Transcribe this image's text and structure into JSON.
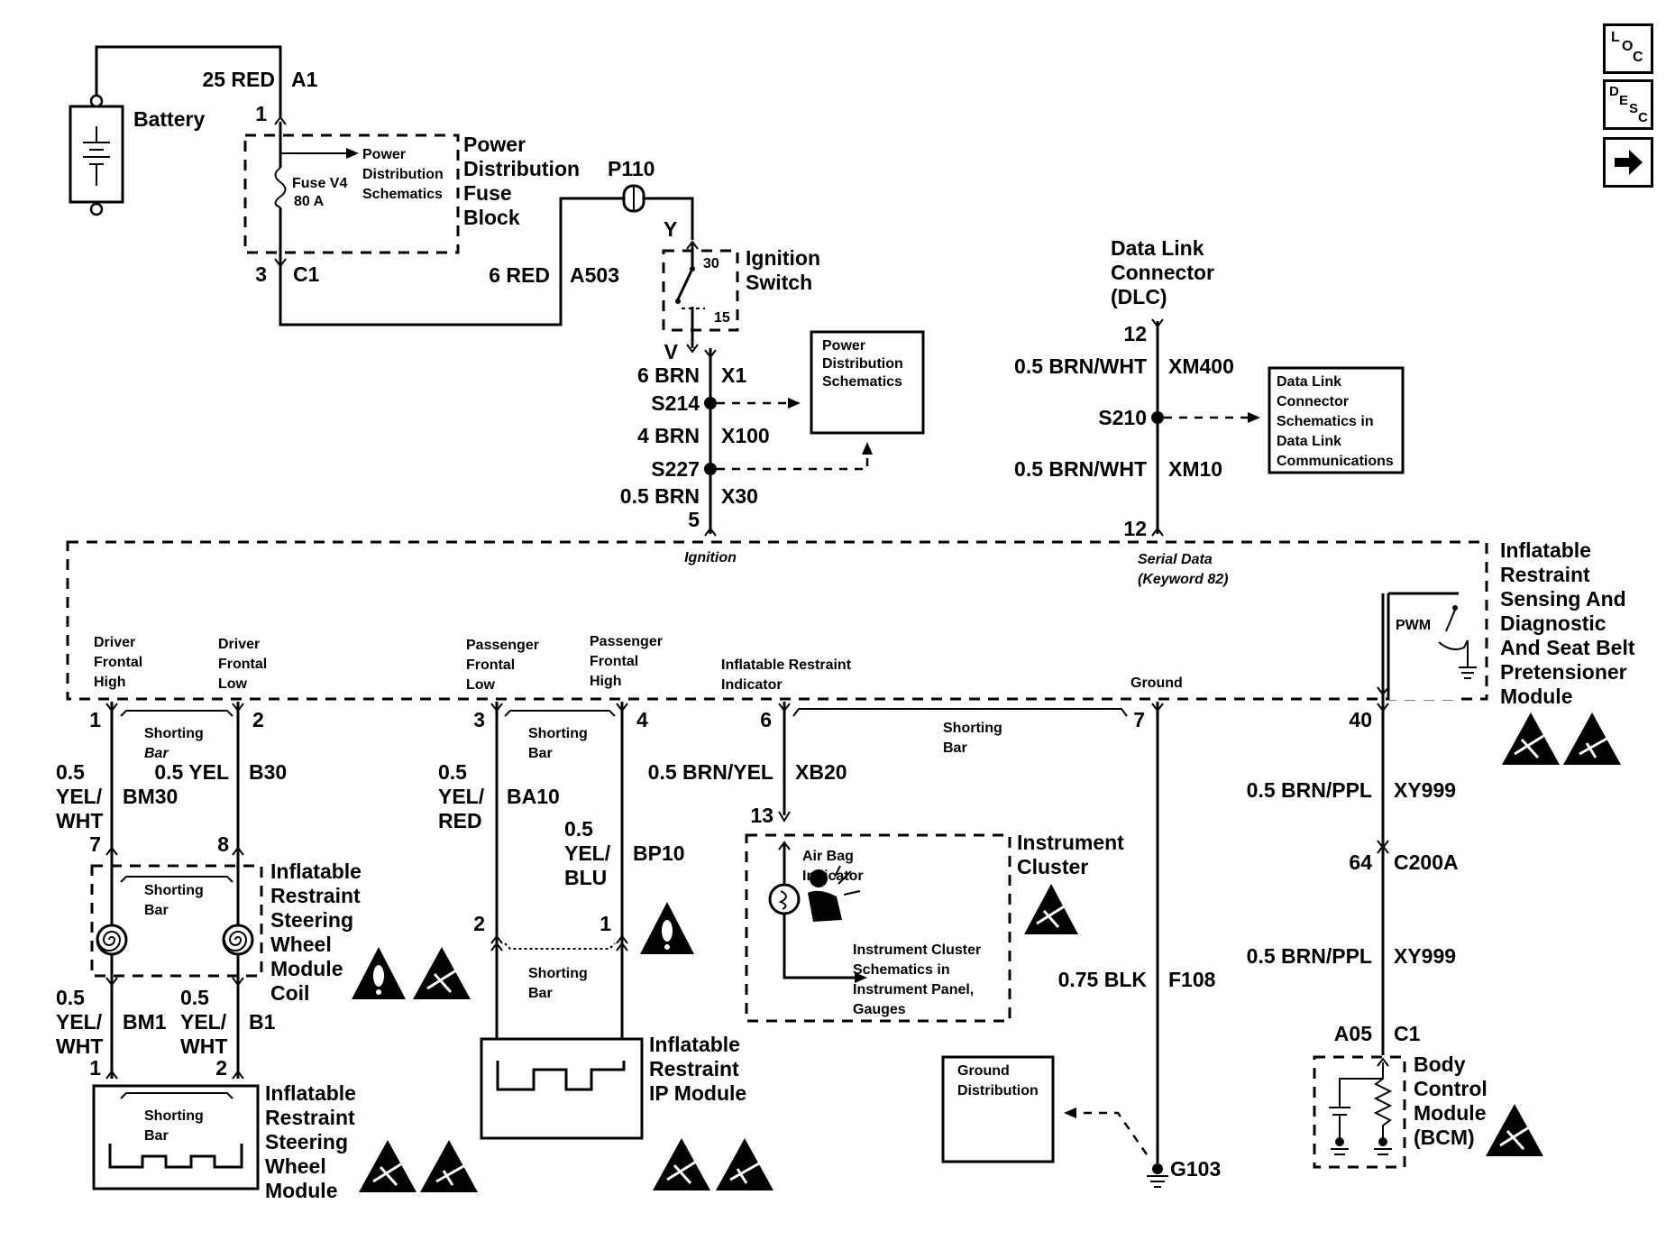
{
  "nav": {
    "loc": {
      "l1": "L",
      "l2": "O",
      "l3": "C"
    },
    "desc": {
      "l1": "D",
      "l2": "E",
      "l3": "S",
      "l4": "C"
    },
    "next_icon": "right-arrow-icon"
  },
  "battery": {
    "label": "Battery",
    "wire": "25 RED",
    "circuit": "A1",
    "pin_top": "1"
  },
  "fuse_block": {
    "title": [
      "Power",
      "Distribution",
      "Fuse",
      "Block"
    ],
    "fuse": [
      "Fuse V4",
      "80 A"
    ],
    "ref": [
      "Power",
      "Distribution",
      "Schematics"
    ],
    "pin_bottom": "3",
    "connector": "C1"
  },
  "a503": {
    "wire": "6 RED",
    "circuit": "A503",
    "splice": "P110"
  },
  "ignition_switch": {
    "title": [
      "Ignition",
      "Switch"
    ],
    "pin_in": "Y",
    "pin_out": "V",
    "t30": "30",
    "t15": "15"
  },
  "ignition_feed": {
    "w1": "6 BRN",
    "c1": "X1",
    "s1": "S214",
    "w2": "4 BRN",
    "c2": "X100",
    "s2": "S227",
    "w3": "0.5 BRN",
    "c3": "X30",
    "pin": "5",
    "ref": [
      "Power",
      "Distribution",
      "Schematics"
    ]
  },
  "dlc": {
    "title": [
      "Data Link",
      "Connector",
      "(DLC)"
    ],
    "pin": "12",
    "w1": "0.5 BRN/WHT",
    "c1": "XM400",
    "splice": "S210",
    "w2": "0.5 BRN/WHT",
    "c2": "XM10",
    "pin_module": "12",
    "ref": [
      "Data Link",
      "Connector",
      "Schematics in",
      "Data Link",
      "Communications"
    ]
  },
  "module": {
    "title": [
      "Inflatable",
      "Restraint",
      "Sensing And",
      "Diagnostic",
      "And Seat Belt",
      "Pretensioner",
      "Module"
    ],
    "ignition": "Ignition",
    "serial": [
      "Serial Data",
      "(Keyword 82)"
    ],
    "pwm": "PWM",
    "driver_high": [
      "Driver",
      "Frontal",
      "High"
    ],
    "driver_low": [
      "Driver",
      "Frontal",
      "Low"
    ],
    "pass_low": [
      "Passenger",
      "Frontal",
      "Low"
    ],
    "pass_high": [
      "Passenger",
      "Frontal",
      "High"
    ],
    "indicator": [
      "Inflatable Restraint",
      "Indicator"
    ],
    "ground": "Ground",
    "pins": {
      "p1": "1",
      "p2": "2",
      "p3": "3",
      "p4": "4",
      "p6": "6",
      "p7": "7",
      "p40": "40"
    },
    "shorting_bar": [
      "Shorting",
      "Bar"
    ]
  },
  "steering_coil": {
    "title": [
      "Inflatable",
      "Restraint",
      "Steering",
      "Wheel",
      "Module",
      "Coil"
    ],
    "w_left": [
      "0.5",
      "YEL/",
      "WHT"
    ],
    "c_left": "BM30",
    "w_right": "0.5 YEL",
    "c_right": "B30",
    "pin7": "7",
    "pin8": "8",
    "shorting_bar": [
      "Shorting",
      "Bar"
    ],
    "w_left2": [
      "0.5",
      "YEL/",
      "WHT"
    ],
    "c_left2": "BM1",
    "w_right2": [
      "0.5",
      "YEL/",
      "WHT"
    ],
    "c_right2": "B1",
    "pin1": "1",
    "pin2": "2"
  },
  "steering_module": {
    "title": [
      "Inflatable",
      "Restraint",
      "Steering",
      "Wheel",
      "Module"
    ],
    "shorting_bar": [
      "Shorting",
      "Bar"
    ]
  },
  "ip_module": {
    "title": [
      "Inflatable",
      "Restraint",
      "IP Module"
    ],
    "w_left": [
      "0.5",
      "YEL/",
      "RED"
    ],
    "c_left": "BA10",
    "w_right": [
      "0.5",
      "YEL/",
      "BLU"
    ],
    "c_right": "BP10",
    "pin2": "2",
    "pin1": "1",
    "shorting_bar": [
      "Shorting",
      "Bar"
    ]
  },
  "cluster": {
    "title": [
      "Instrument",
      "Cluster"
    ],
    "wire": "0.5 BRN/YEL",
    "circuit": "XB20",
    "pin": "13",
    "airbag": [
      "Air Bag",
      "Indicator"
    ],
    "ref": [
      "Instrument Cluster",
      "Schematics in",
      "Instrument Panel,",
      "Gauges"
    ]
  },
  "ground": {
    "wire": "0.75 BLK",
    "circuit": "F108",
    "point": "G103",
    "ref": [
      "Ground",
      "Distribution"
    ]
  },
  "bcm": {
    "title": [
      "Body",
      "Control",
      "Module",
      "(BCM)"
    ],
    "w1": "0.5 BRN/PPL",
    "c1": "XY999",
    "pin64": "64",
    "conn": "C200A",
    "w2": "0.5 BRN/PPL",
    "c2": "XY999",
    "pin": "A05",
    "conn2": "C1"
  }
}
